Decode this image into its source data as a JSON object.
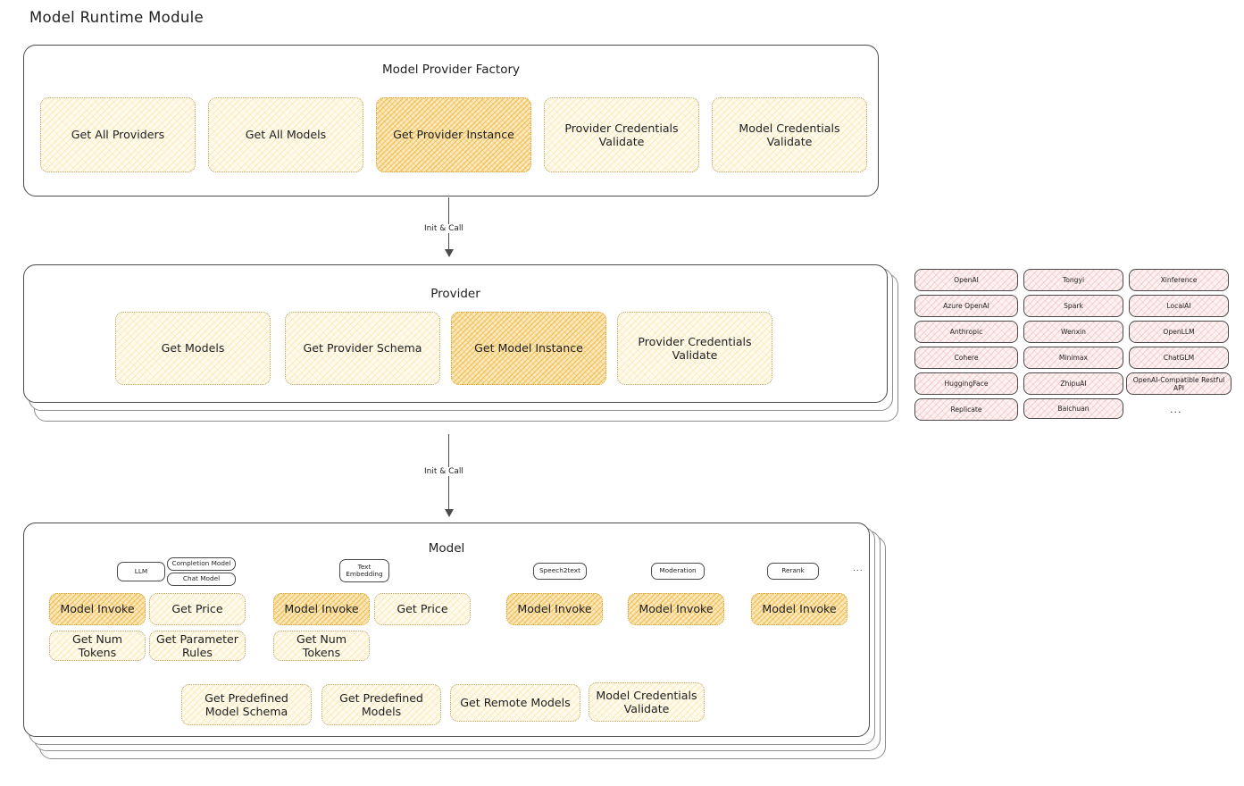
{
  "page": {
    "title": "Model Runtime Module"
  },
  "factory": {
    "title": "Model Provider Factory",
    "boxes": [
      {
        "label": "Get All Providers",
        "highlighted": false
      },
      {
        "label": "Get All Models",
        "highlighted": false
      },
      {
        "label": "Get Provider Instance",
        "highlighted": true
      },
      {
        "label": "Provider Credentials Validate",
        "highlighted": false
      },
      {
        "label": "Model Credentials Validate",
        "highlighted": false
      }
    ]
  },
  "arrow1": {
    "label": "Init & Call"
  },
  "provider": {
    "title": "Provider",
    "boxes": [
      {
        "label": "Get Models",
        "highlighted": false
      },
      {
        "label": "Get Provider Schema",
        "highlighted": false
      },
      {
        "label": "Get Model Instance",
        "highlighted": true
      },
      {
        "label": "Provider Credentials Validate",
        "highlighted": false
      }
    ]
  },
  "arrow2": {
    "label": "Init & Call"
  },
  "provider_list": {
    "columns": [
      {
        "items": [
          "OpenAI",
          "Azure OpenAI",
          "Anthropic",
          "Cohere",
          "HuggingFace",
          "Replicate"
        ]
      },
      {
        "items": [
          "Tongyi",
          "Spark",
          "Wenxin",
          "Minimax",
          "ZhipuAI",
          "Baichuan"
        ]
      },
      {
        "items": [
          "Xinference",
          "LocalAI",
          "OpenLLM",
          "ChatGLM",
          "OpenAI-Compatible Restful API"
        ]
      }
    ],
    "more": "..."
  },
  "model": {
    "title": "Model",
    "more": "...",
    "types": [
      {
        "badge": "LLM",
        "badge_filled": true,
        "sub_badges": [
          "Completion Model",
          "Chat Model"
        ],
        "methods": [
          {
            "label": "Model Invoke",
            "highlighted": true
          },
          {
            "label": "Get Price",
            "highlighted": false
          },
          {
            "label": "Get Num Tokens",
            "highlighted": false
          },
          {
            "label": "Get Parameter Rules",
            "highlighted": false
          }
        ]
      },
      {
        "badge": "Text Embedding",
        "badge_filled": true,
        "sub_badges": [],
        "methods": [
          {
            "label": "Model Invoke",
            "highlighted": true
          },
          {
            "label": "Get Price",
            "highlighted": false
          },
          {
            "label": "Get Num Tokens",
            "highlighted": false
          }
        ]
      },
      {
        "badge": "Speech2text",
        "badge_filled": false,
        "sub_badges": [],
        "methods": [
          {
            "label": "Model Invoke",
            "highlighted": true
          }
        ]
      },
      {
        "badge": "Moderation",
        "badge_filled": false,
        "sub_badges": [],
        "methods": [
          {
            "label": "Model Invoke",
            "highlighted": true
          }
        ]
      },
      {
        "badge": "Rerank",
        "badge_filled": true,
        "sub_badges": [],
        "methods": [
          {
            "label": "Model Invoke",
            "highlighted": true
          }
        ]
      }
    ],
    "common": [
      "Get Predefined Model Schema",
      "Get Predefined Models",
      "Get Remote Models",
      "Model Credentials Validate"
    ]
  },
  "colors": {
    "cream": "#fefaed",
    "gold": "#fbe9bd",
    "pink": "#fdf1f1",
    "blue": "#e8f2fb",
    "stroke": "#4b4b4b"
  }
}
